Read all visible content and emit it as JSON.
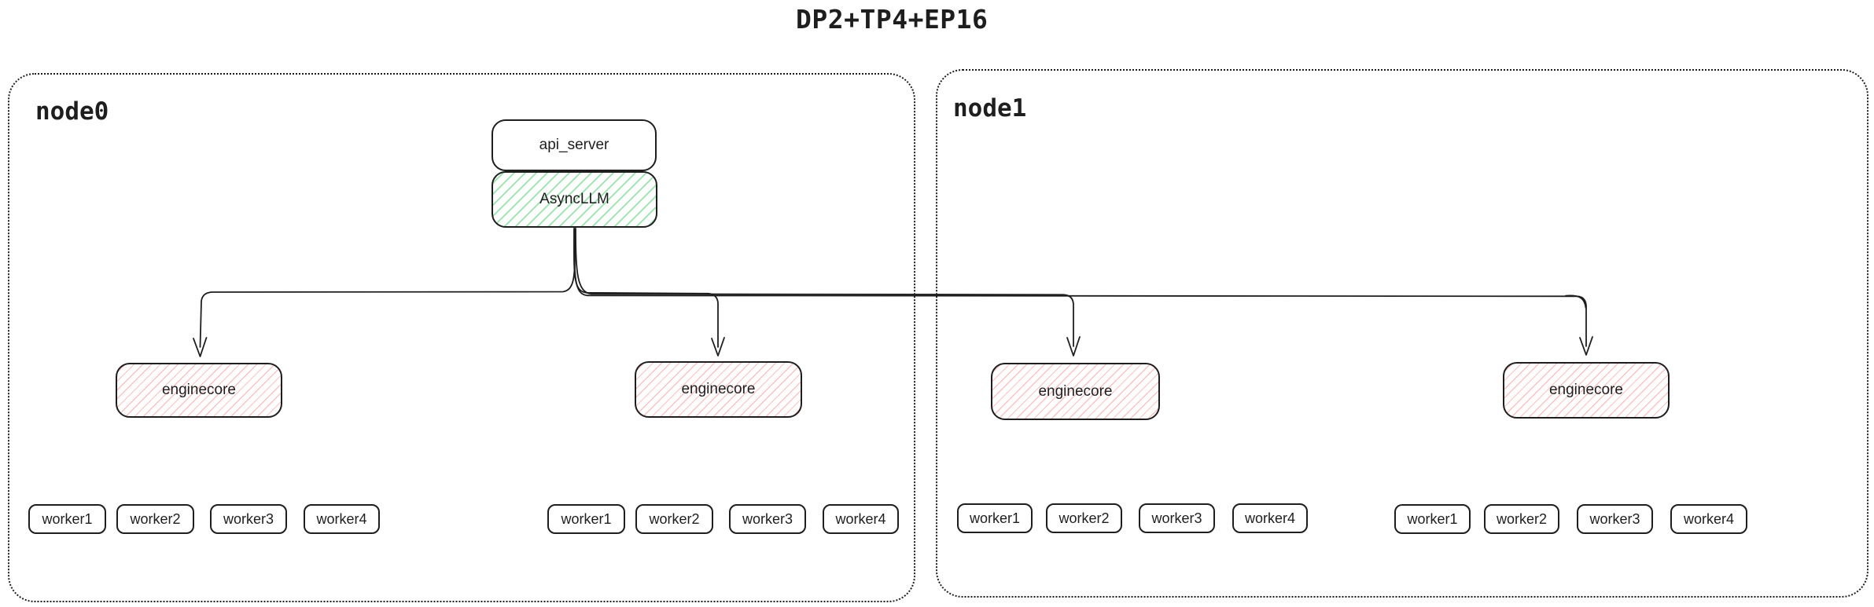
{
  "title": "DP2+TP4+EP16",
  "colors": {
    "stroke": "#1e1e1e",
    "background": "#ffffff",
    "green_hatch": "#97e5a8",
    "red_hatch": "#ffc1c1"
  },
  "api_server": {
    "label": "api_server"
  },
  "asyncllm": {
    "label": "AsyncLLM"
  },
  "nodes": [
    {
      "label": "node0",
      "enginecores": [
        {
          "label": "enginecore",
          "workers": [
            "worker1",
            "worker2",
            "worker3",
            "worker4"
          ]
        },
        {
          "label": "enginecore",
          "workers": [
            "worker1",
            "worker2",
            "worker3",
            "worker4"
          ]
        }
      ]
    },
    {
      "label": "node1",
      "enginecores": [
        {
          "label": "enginecore",
          "workers": [
            "worker1",
            "worker2",
            "worker3",
            "worker4"
          ]
        },
        {
          "label": "enginecore",
          "workers": [
            "worker1",
            "worker2",
            "worker3",
            "worker4"
          ]
        }
      ]
    }
  ],
  "edges": [
    {
      "from": "AsyncLLM",
      "to": "node0 enginecore 1"
    },
    {
      "from": "AsyncLLM",
      "to": "node0 enginecore 2"
    },
    {
      "from": "AsyncLLM",
      "to": "node1 enginecore 1"
    },
    {
      "from": "AsyncLLM",
      "to": "node1 enginecore 2"
    }
  ]
}
